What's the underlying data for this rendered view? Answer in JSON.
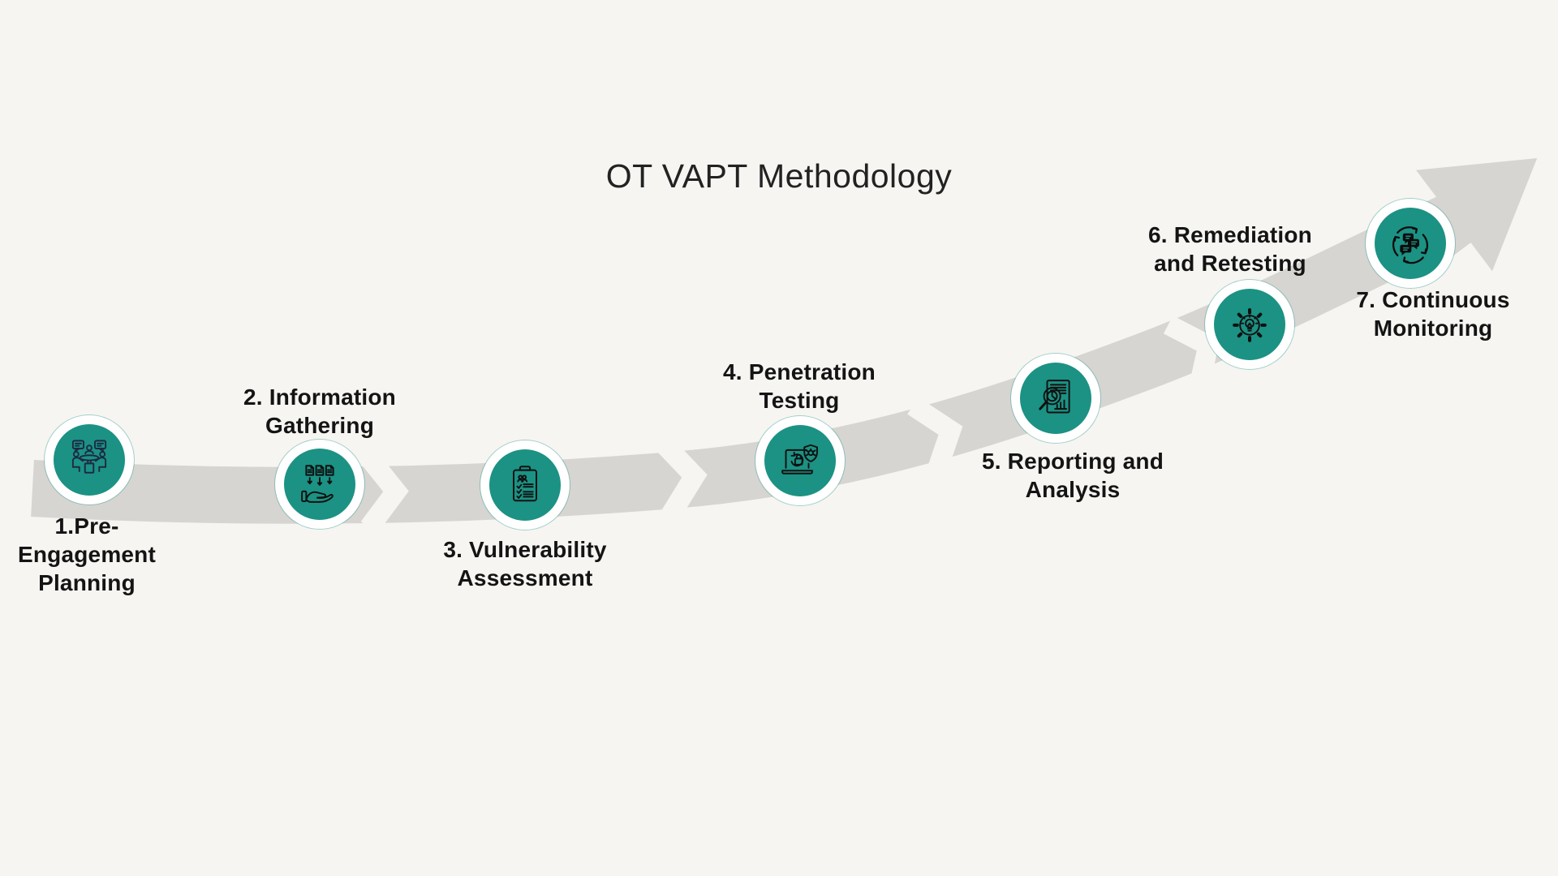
{
  "title": "OT VAPT Methodology",
  "colors": {
    "background": "#f6f5f2",
    "arrow_gray": "#d6d5d2",
    "node_teal": "#1b9284",
    "node_ring": "#ffffff",
    "label_text": "#141414",
    "title_text": "#222222",
    "icon_stroke_dark": "#101010",
    "icon_stroke_navy": "#1d2b45"
  },
  "steps": [
    {
      "number": "1",
      "label": "1.Pre-Engagement Planning",
      "lines": [
        "1.Pre-",
        "Engagement",
        "Planning"
      ],
      "icon": "meeting-table-icon",
      "label_position": "below"
    },
    {
      "number": "2",
      "label": "2. Information Gathering",
      "lines": [
        "2. Information",
        "Gathering"
      ],
      "icon": "documents-into-hand-icon",
      "label_position": "above"
    },
    {
      "number": "3",
      "label": "3. Vulnerability Assessment",
      "lines": [
        "3. Vulnerability",
        "Assessment"
      ],
      "icon": "clipboard-checklist-icon",
      "label_position": "below"
    },
    {
      "number": "4",
      "label": "4. Penetration Testing",
      "lines": [
        "4. Penetration",
        "Testing"
      ],
      "icon": "laptop-shield-bug-icon",
      "label_position": "above"
    },
    {
      "number": "5",
      "label": "5. Reporting and Analysis",
      "lines": [
        "5. Reporting and",
        "Analysis"
      ],
      "icon": "magnifier-report-icon",
      "label_position": "below"
    },
    {
      "number": "6",
      "label": "6. Remediation and Retesting",
      "lines": [
        "6. Remediation",
        "and Retesting"
      ],
      "icon": "gear-lightbulb-icon",
      "label_position": "above"
    },
    {
      "number": "7",
      "label": "7. Continuous Monitoring",
      "lines": [
        "7. Continuous",
        "Monitoring"
      ],
      "icon": "chat-cycle-icon",
      "label_position": "below"
    }
  ]
}
